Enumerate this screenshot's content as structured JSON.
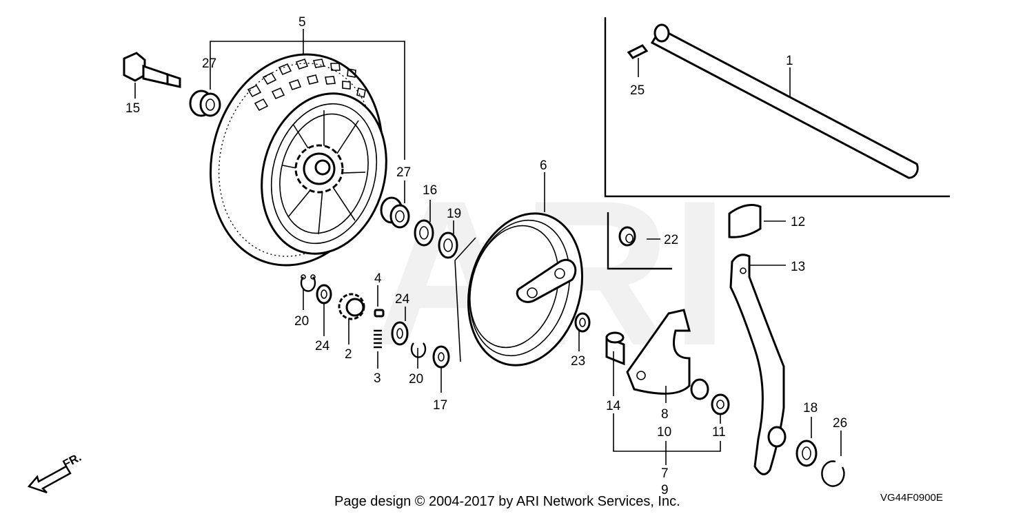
{
  "watermark": "ARI",
  "footer": {
    "copyright": "Page design © 2004-2017 by ARI Network Services, Inc.",
    "diagram_code": "VG44F0900E"
  },
  "front_indicator": "FR.",
  "callouts": {
    "p1": "1",
    "p2": "2",
    "p3": "3",
    "p4": "4",
    "p5": "5",
    "p6": "6",
    "p7": "7",
    "p8": "8",
    "p9": "9",
    "p10": "10",
    "p11": "11",
    "p12": "12",
    "p13": "13",
    "p14": "14",
    "p15": "15",
    "p16": "16",
    "p17": "17",
    "p18": "18",
    "p19": "19",
    "p20a": "20",
    "p20b": "20",
    "p22": "22",
    "p23": "23",
    "p24a": "24",
    "p24b": "24",
    "p25": "25",
    "p26": "26",
    "p27a": "27",
    "p27b": "27"
  }
}
